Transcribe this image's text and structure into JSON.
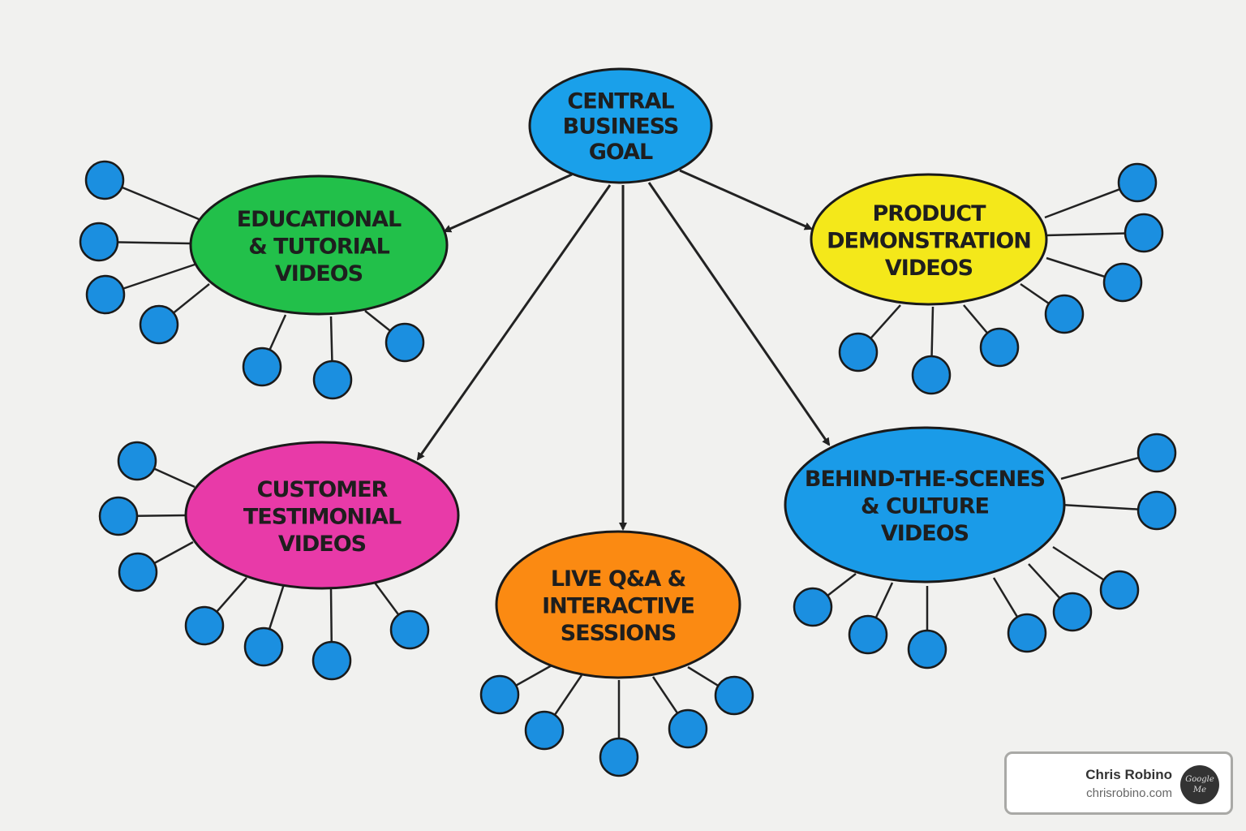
{
  "nodes": {
    "central": {
      "lines": [
        "CENTRAL",
        "BUSINESS",
        "GOAL"
      ],
      "color": "#1aa0ea"
    },
    "educational": {
      "lines": [
        "EDUCATIONAL",
        "& TUTORIAL",
        "VIDEOS"
      ],
      "color": "#22c04a"
    },
    "product": {
      "lines": [
        "PRODUCT",
        "DEMONSTRATION",
        "VIDEOS"
      ],
      "color": "#f4e81a"
    },
    "customer": {
      "lines": [
        "CUSTOMER",
        "TESTIMONIAL",
        "VIDEOS"
      ],
      "color": "#e83aa8"
    },
    "live": {
      "lines": [
        "LIVE Q&A &",
        "INTERACTIVE",
        "SESSIONS"
      ],
      "color": "#fb8a12"
    },
    "behind": {
      "lines": [
        "BEHIND-THE-SCENES",
        "& CULTURE",
        "VIDEOS"
      ],
      "color": "#1a9be8"
    }
  },
  "satellite_color": "#1b8fe0",
  "badge": {
    "name": "Chris Robino",
    "site": "chrisrobino.com",
    "logo_text": "Google Me"
  }
}
